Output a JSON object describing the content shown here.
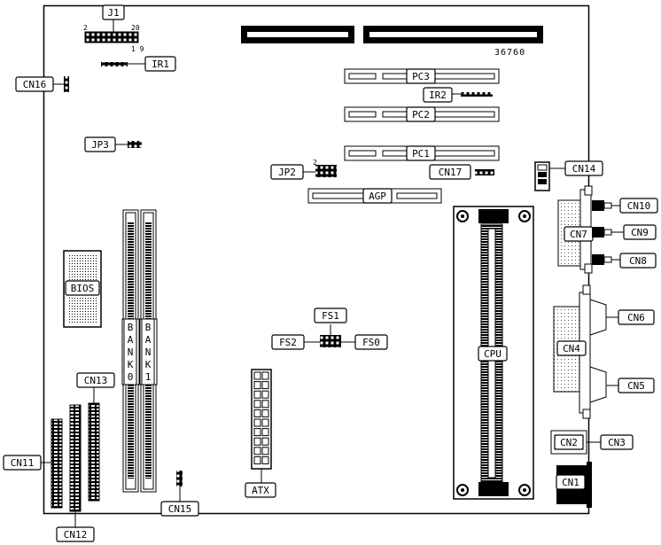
{
  "diagram": {
    "part_number": "36760",
    "pin_labels": {
      "j1_left": "2",
      "j1_right": "20",
      "j1_bottom": "1 9",
      "jp2": "2"
    },
    "labels": {
      "j1": "J1",
      "ir1": "IR1",
      "cn16": "CN16",
      "pc3": "PC3",
      "ir2": "IR2",
      "pc2": "PC2",
      "jp3": "JP3",
      "pc1": "PC1",
      "jp2": "JP2",
      "cn17": "CN17",
      "cn14": "CN14",
      "agp": "AGP",
      "cn10": "CN10",
      "cn7": "CN7",
      "cn9": "CN9",
      "cn8": "CN8",
      "bios": "BIOS",
      "cn6": "CN6",
      "cn4": "CN4",
      "cn5": "CN5",
      "fs1": "FS1",
      "fs2": "FS2",
      "fs0": "FS0",
      "cpu": "CPU",
      "cn13": "CN13",
      "bank0": "BANK0",
      "bank1": "BANK1",
      "cn2": "CN2",
      "cn3": "CN3",
      "cn11": "CN11",
      "atx": "ATX",
      "cn1": "CN1",
      "cn15": "CN15",
      "cn12": "CN12"
    }
  }
}
